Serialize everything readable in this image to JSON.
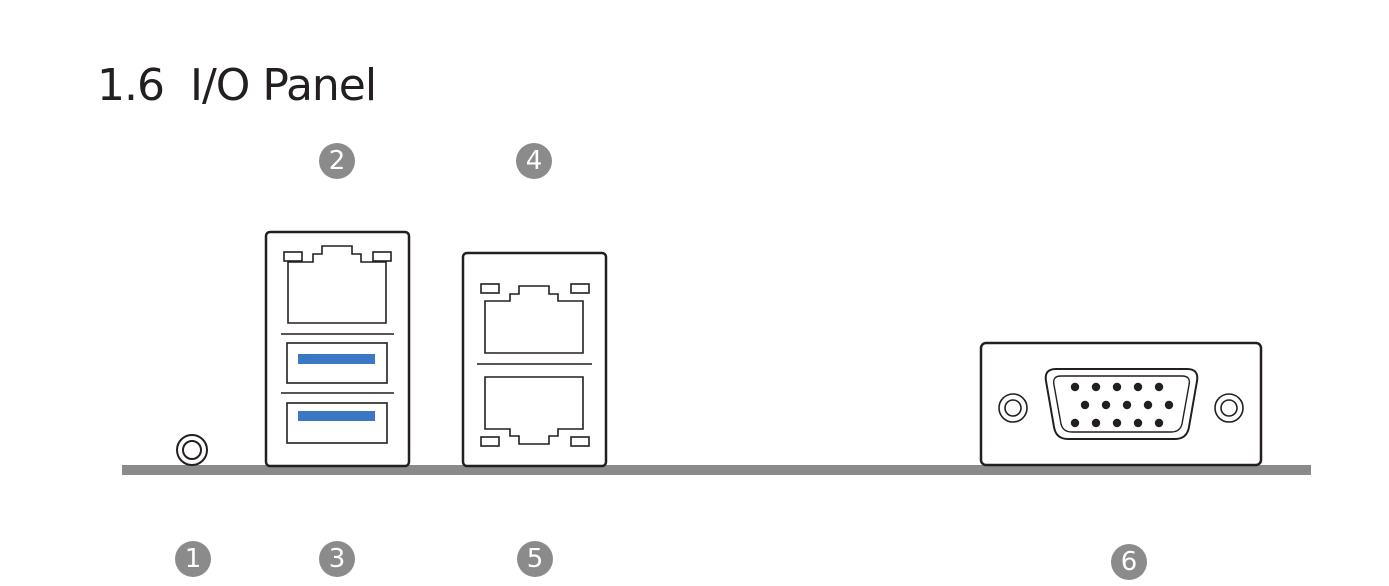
{
  "section": {
    "number": "1.6",
    "title": "I/O Panel"
  },
  "callouts": [
    "1",
    "2",
    "3",
    "4",
    "5",
    "6"
  ],
  "colors": {
    "panel_bar": "#8a8a8a",
    "badge": "#8b8b8c",
    "usb3_insert": "#3b78c4",
    "outline": "#231f20"
  },
  "icons": {
    "audio_jack": "circle-jack-icon",
    "rj45": "rj45-port-icon",
    "usb3": "usb3-port-icon",
    "vga": "d-sub-vga-port-icon"
  }
}
